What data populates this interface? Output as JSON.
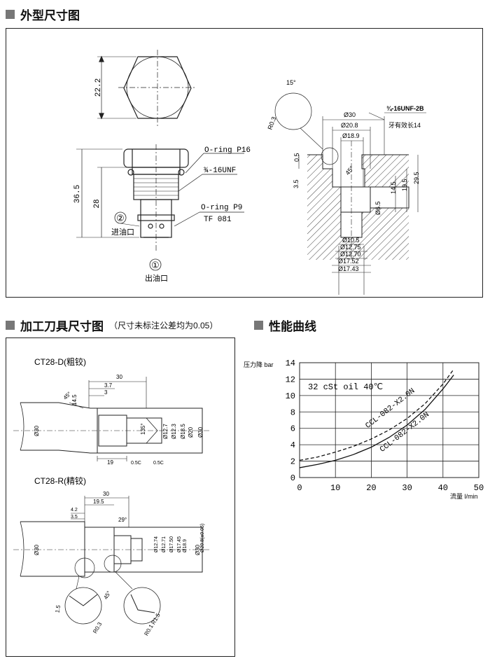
{
  "sections": {
    "outline": "外型尺寸图",
    "tool": "加工刀具尺寸图",
    "tool_note": "（尺寸未标注公差均为0.05）",
    "performance": "性能曲线"
  },
  "outline": {
    "dim_hex": "22.2",
    "dim_total": "36.5",
    "dim_28": "28",
    "oring1": "O-ring P16",
    "thread": "¾-16UNF",
    "oring2": "O-ring P9",
    "tf": "TF 081",
    "port2_num": "②",
    "port2": "进油口",
    "port1_num": "①",
    "port1": "出油口",
    "cav_15": "15°",
    "cav_r03": "R0.3",
    "cav_d30": "Ø30",
    "cav_d208": "Ø20.8",
    "cav_d189": "Ø18.9",
    "cav_thread": "¾-16UNF-2B",
    "cav_thread_note": "牙有效长14",
    "cav_05": "0.5",
    "cav_35": "3.5",
    "cav_45": "45°",
    "cav_145": "14.5",
    "cav_195": "19.5",
    "cav_295": "29.5",
    "cav_d65": "Ø6.5",
    "cav_d105": "Ø10.5",
    "cav_d1275": "Ø12.75",
    "cav_d1270": "Ø12.70",
    "cav_d1752": "Ø17.52",
    "cav_d1743": "Ø17.43"
  },
  "tools": {
    "d_title": "CT28-D(粗铰)",
    "r_title": "CT28-R(精铰)",
    "d_30": "30",
    "d_37": "3.7",
    "d_3": "3",
    "d_45": "45°",
    "d_145": "14.5",
    "d_135": "135°",
    "d_d30": "Ø30",
    "d_d127": "Ø12.7",
    "d_d123": "Ø12.3",
    "d_d185": "Ø18.5",
    "d_d20": "Ø20",
    "d_d30r": "Ø30",
    "d_19": "19",
    "d_05c1": "0.5C",
    "d_05c2": "0.5C",
    "r_30": "30",
    "r_195": "19.5",
    "r_42": "4.2",
    "r_35": "3.5",
    "r_29": "29°",
    "r_d30": "Ø30",
    "r_d1274": "Ø12.74",
    "r_d1271": "Ø12.71",
    "r_d1750": "Ø17.50",
    "r_d1745": "Ø17.45",
    "r_d189": "Ø18.9",
    "r_d208": "Ø20.8(±0.05)",
    "r_d30r": "Ø30",
    "r_15": "1.5",
    "r_45": "45°",
    "r_r03": "R0.3",
    "r_r15": "R1.5",
    "r_r01": "R0.1"
  },
  "chart_data": {
    "type": "line",
    "title": "",
    "xlabel": "流量 l/min",
    "ylabel": "压力降 bar",
    "xlim": [
      0,
      50
    ],
    "ylim": [
      0,
      14
    ],
    "xticks": [
      0,
      10,
      20,
      30,
      40,
      50
    ],
    "yticks": [
      0,
      2,
      4,
      6,
      8,
      10,
      12,
      14
    ],
    "grid": true,
    "annotation": "32 cSt oil 40℃",
    "series": [
      {
        "name": "CCL-082-X2.0N",
        "style": "solid",
        "x": [
          0,
          5,
          10,
          15,
          20,
          25,
          30,
          35,
          40,
          43
        ],
        "y": [
          1.2,
          1.6,
          2.1,
          2.8,
          3.7,
          4.9,
          6.4,
          8.3,
          10.8,
          12.5
        ]
      },
      {
        "name": "CCL-082-X2.0N",
        "style": "dashed",
        "x": [
          0,
          5,
          10,
          15,
          20,
          25,
          30,
          35,
          40,
          43
        ],
        "y": [
          2.1,
          2.5,
          3.1,
          3.8,
          4.7,
          5.8,
          7.2,
          9.0,
          11.4,
          13.2
        ]
      }
    ]
  }
}
